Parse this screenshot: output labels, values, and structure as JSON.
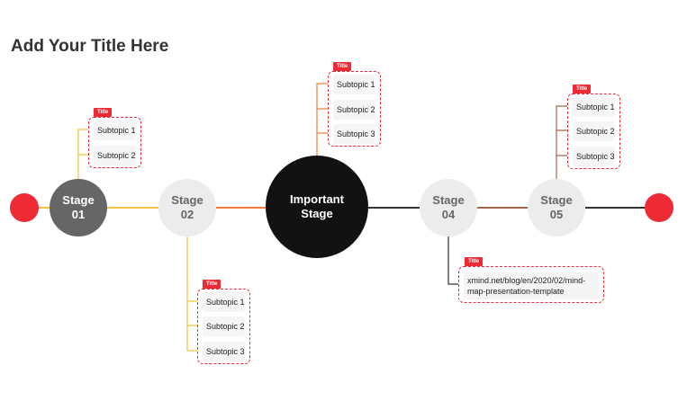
{
  "page": {
    "title": "Add Your Title Here"
  },
  "stages": [
    {
      "id": "s1",
      "label": "Stage\n01"
    },
    {
      "id": "s2",
      "label": "Stage\n02"
    },
    {
      "id": "s3",
      "label": "Important\nStage"
    },
    {
      "id": "s4",
      "label": "Stage\n04"
    },
    {
      "id": "s5",
      "label": "Stage\n05"
    }
  ],
  "groups": [
    {
      "tag": "Title",
      "items": [
        "Subtopic 1",
        "Subtopic 2"
      ]
    },
    {
      "tag": "Title",
      "items": [
        "Subtopic 1",
        "Subtopic 2",
        "Subtopic 3"
      ]
    },
    {
      "tag": "Title",
      "items": [
        "Subtopic 1",
        "Subtopic 2",
        "Subtopic 3"
      ]
    },
    {
      "tag": "Title",
      "items": [
        "xmind.net/blog/en/2020/02/mind-map-presentation-template"
      ]
    },
    {
      "tag": "Title",
      "items": [
        "Subtopic 1",
        "Subtopic 2",
        "Subtopic 3"
      ]
    }
  ],
  "colors": {
    "accent_red": "#ee2b35",
    "connector_yellow": "#f5c242",
    "connector_orange": "#f07e3a",
    "connector_dark": "#333333",
    "connector_brown": "#a0674a"
  }
}
